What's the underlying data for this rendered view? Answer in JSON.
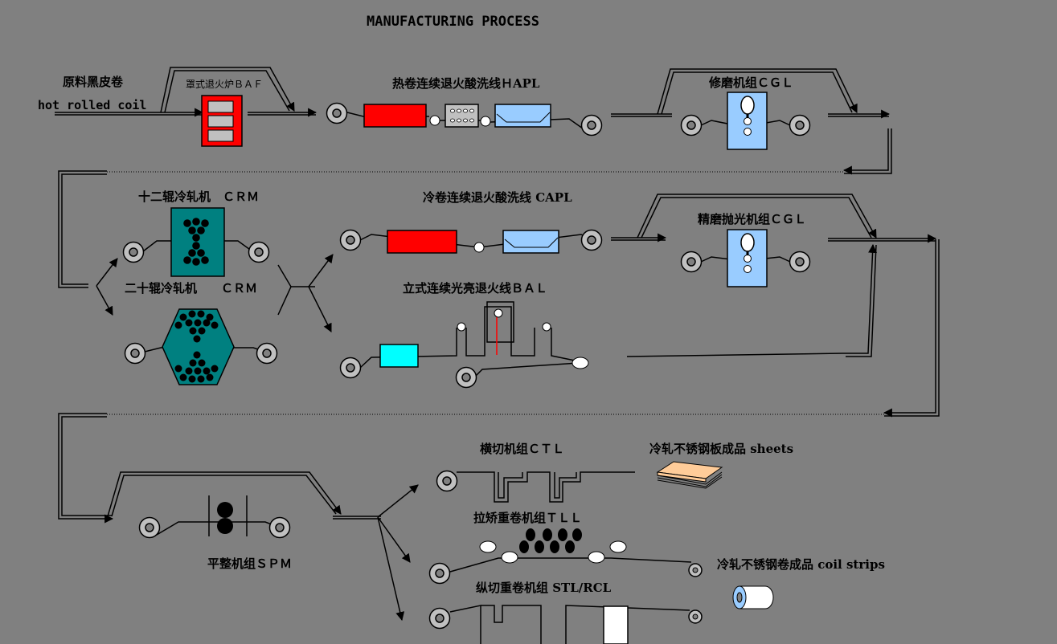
{
  "title": "MANUFACTURING PROCESS",
  "labels": {
    "raw_material_cn": "原料黑皮卷",
    "raw_material_en": "hot rolled coil",
    "bell_annealing": "罩式退火炉ＢＡＦ",
    "hapl": "热卷连续退火酸洗线ＨAPL",
    "cgl_grinding": "修磨机组ＣＧＬ",
    "crm_12": "十二辊冷轧机　ＣＲＭ",
    "crm_20": "二十辊冷轧机　　ＣＲＭ",
    "capl": "冷卷连续退火酸洗线 CAPL",
    "cgl_polishing": "精磨抛光机组ＣＧＬ",
    "bal": "立式连续光亮退火线ＢＡＬ",
    "spm": "平整机组ＳＰＭ",
    "ctl": "横切机组ＣＴＬ",
    "tll": "拉矫重卷机组ＴＬＬ",
    "stl": "纵切重卷机组 STL/RCL",
    "product_sheets": "冷轧不锈钢板成品 sheets",
    "product_coils": "冷轧不锈钢卷成品 coil strips"
  },
  "colors": {
    "background": "#808080",
    "furnace_red": "#ff0000",
    "light_blue": "#99ccff",
    "teal": "#008080",
    "cyan": "#00ffff",
    "sheet_peach": "#ffcc99"
  },
  "icons": [
    "coil-icon",
    "bell-furnace-icon",
    "annealing-furnace-icon",
    "pickling-tank-icon",
    "grinder-icon",
    "rolling-mill-icon",
    "flow-arrow-icon",
    "sheet-stack-icon",
    "coil-strip-icon"
  ]
}
